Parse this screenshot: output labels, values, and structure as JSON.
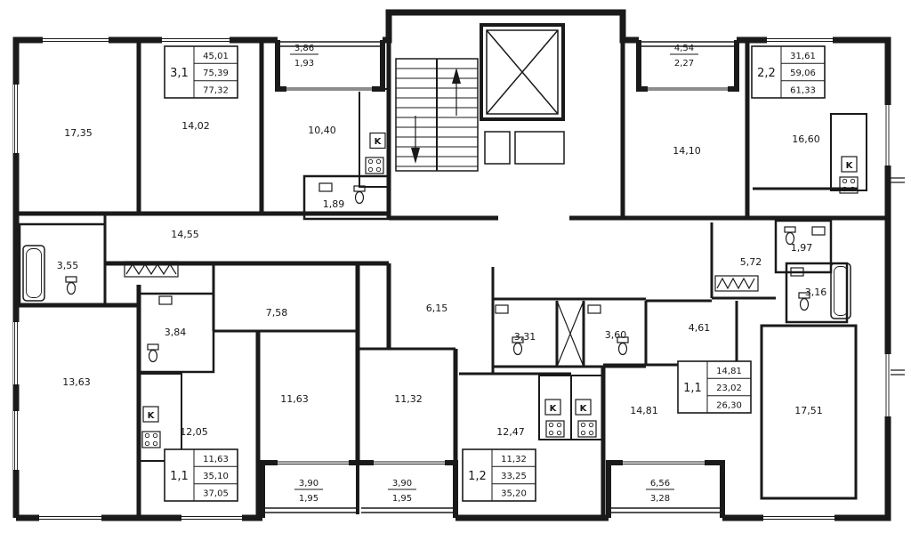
{
  "plan": {
    "kitchen_label": "K",
    "rooms": [
      {
        "label": "17,35"
      },
      {
        "label": "14,02"
      },
      {
        "label": "10,40"
      },
      {
        "label": "1,89"
      },
      {
        "label": "14,55"
      },
      {
        "label": "3,55"
      },
      {
        "label": "13,63"
      },
      {
        "label": "3,84"
      },
      {
        "label": "12,05"
      },
      {
        "label": "7,58"
      },
      {
        "label": "11,63"
      },
      {
        "label": "11,32"
      },
      {
        "label": "6,15"
      },
      {
        "label": "3,31"
      },
      {
        "label": "3,60"
      },
      {
        "label": "12,47"
      },
      {
        "label": "14,81"
      },
      {
        "label": "4,61"
      },
      {
        "label": "17,51"
      },
      {
        "label": "3,16"
      },
      {
        "label": "1,97"
      },
      {
        "label": "5,72"
      },
      {
        "label": "14,10"
      },
      {
        "label": "16,60"
      }
    ],
    "balconies": [
      {
        "top": "3,86",
        "bottom": "1,93"
      },
      {
        "top": "4,54",
        "bottom": "2,27"
      },
      {
        "top": "3,90",
        "bottom": "1,95"
      },
      {
        "top": "3,90",
        "bottom": "1,95"
      },
      {
        "top": "6,56",
        "bottom": "3,28"
      }
    ],
    "apartments": [
      {
        "type": "3,1",
        "values": [
          "45,01",
          "75,39",
          "77,32"
        ]
      },
      {
        "type": "2,2",
        "values": [
          "31,61",
          "59,06",
          "61,33"
        ]
      },
      {
        "type": "1,1",
        "values": [
          "11,63",
          "35,10",
          "37,05"
        ]
      },
      {
        "type": "1,2",
        "values": [
          "11,32",
          "33,25",
          "35,20"
        ]
      },
      {
        "type": "1,1",
        "values": [
          "14,81",
          "23,02",
          "26,30"
        ]
      }
    ]
  }
}
